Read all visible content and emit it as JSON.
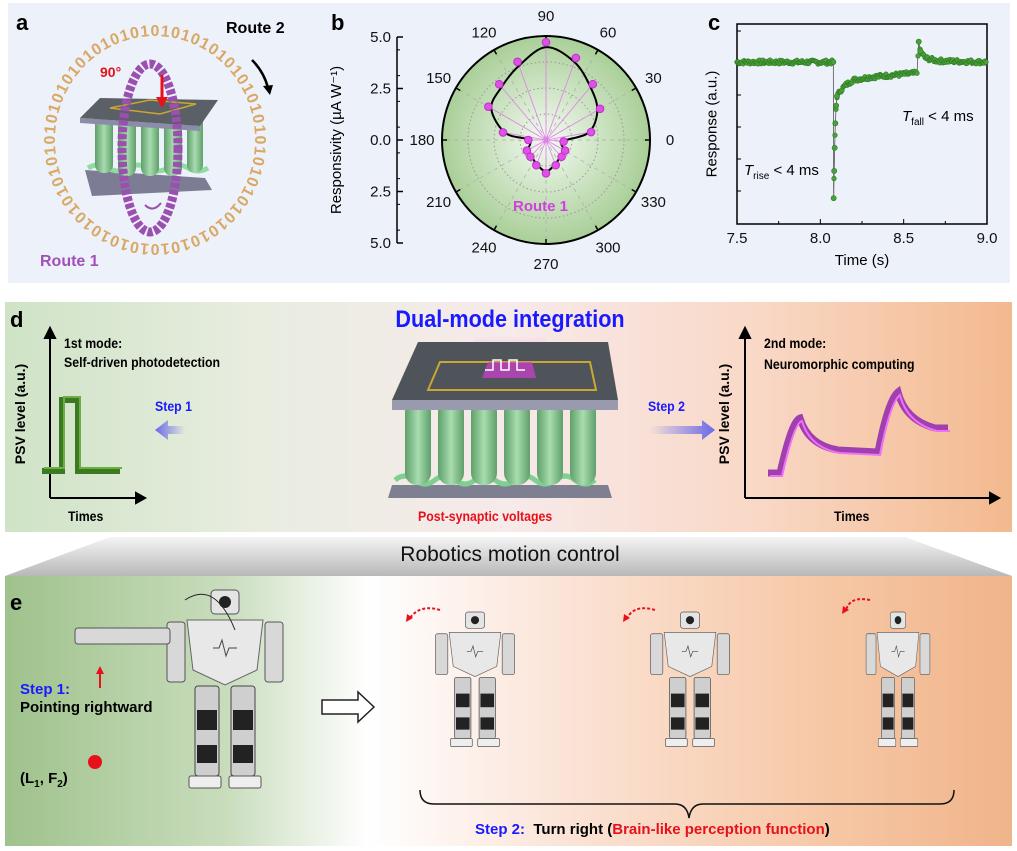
{
  "panel_a": {
    "label": "a",
    "route2": "Route 2",
    "route1": "Route 1",
    "angle": "90°",
    "binary_ring_text": "0101010101010101010101010101010101010101010101010101010101010101"
  },
  "panel_d": {
    "label": "d",
    "title": "Dual-mode integration",
    "mode1_line1": "1st mode:",
    "mode1_line2": "Self-driven photodetection",
    "mode2_line1": "2nd mode:",
    "mode2_line2": "Neuromorphic computing",
    "y_label": "PSV level (a.u.)",
    "x_label": "Times",
    "step1": "Step 1",
    "step2": "Step 2",
    "center_caption": "Post-synaptic voltages"
  },
  "banner": "Robotics motion control",
  "panel_e": {
    "label": "e",
    "step1_label": "Step 1:",
    "step1_text": "Pointing rightward",
    "coord_L": "(L",
    "coord_sub1": "1",
    "coord_F": ", F",
    "coord_sub2": "2",
    "coord_end": ")",
    "step2_label": "Step 2:",
    "step2_text_a": "Turn right (",
    "step2_text_red": "Brain-like perception function",
    "step2_text_b": ")"
  },
  "colors": {
    "blue": "#1a1aff",
    "red": "#e8101a",
    "purple": "#b050c8",
    "green": "#3c8a2a",
    "magenta": "#e040e8",
    "tan": "#d9a865"
  },
  "chart_data": [
    {
      "type": "polar-scatter",
      "panel": "b",
      "ylabel": "Responsivity (µA W⁻¹)",
      "radial_ticks": [
        "5.0",
        "2.5",
        "0.0",
        "2.5",
        "5.0"
      ],
      "rmax": 5.0,
      "angle_ticks": [
        "0",
        "30",
        "60",
        "90",
        "120",
        "150",
        "180",
        "210",
        "240",
        "270",
        "300",
        "330"
      ],
      "annotation": "Route 1",
      "points": [
        {
          "theta": 10,
          "r": 2.2
        },
        {
          "theta": 30,
          "r": 3.0
        },
        {
          "theta": 50,
          "r": 3.5
        },
        {
          "theta": 70,
          "r": 4.2
        },
        {
          "theta": 90,
          "r": 4.7
        },
        {
          "theta": 110,
          "r": 4.0
        },
        {
          "theta": 130,
          "r": 3.5
        },
        {
          "theta": 150,
          "r": 3.2
        },
        {
          "theta": 170,
          "r": 2.1
        },
        {
          "theta": 180,
          "r": 0.85
        },
        {
          "theta": 209,
          "r": 1.05
        },
        {
          "theta": 227,
          "r": 1.1
        },
        {
          "theta": 249,
          "r": 1.3
        },
        {
          "theta": 270,
          "r": 1.6
        },
        {
          "theta": 291,
          "r": 1.3
        },
        {
          "theta": 313,
          "r": 1.1
        },
        {
          "theta": 331,
          "r": 1.05
        },
        {
          "theta": 355,
          "r": 0.85
        }
      ]
    },
    {
      "type": "scatter",
      "panel": "c",
      "xlabel": "Time (s)",
      "ylabel": "Response (a.u.)",
      "xlim": [
        7.5,
        9.0
      ],
      "ylim": [
        -0.19,
        1.28
      ],
      "xticks": [
        "7.5",
        "8.0",
        "8.5",
        "9.0"
      ],
      "annotation_rise": {
        "T": "T",
        "sub": "rise",
        "text": " < 4 ms"
      },
      "annotation_fall": {
        "T": "T",
        "sub": "fall",
        "text": " < 4 ms"
      },
      "key_points": [
        [
          7.5,
          1.0
        ],
        [
          8.078,
          1.0
        ],
        [
          8.08,
          0.0
        ],
        [
          8.083,
          0.2
        ],
        [
          8.086,
          0.37
        ],
        [
          8.09,
          0.55
        ],
        [
          8.095,
          0.68
        ],
        [
          8.1,
          0.75
        ],
        [
          8.12,
          0.79
        ],
        [
          8.15,
          0.83
        ],
        [
          8.2,
          0.87
        ],
        [
          8.3,
          0.89
        ],
        [
          8.58,
          0.92
        ],
        [
          8.59,
          1.15
        ],
        [
          8.6,
          1.08
        ],
        [
          8.63,
          1.03
        ],
        [
          8.7,
          1.01
        ],
        [
          9.0,
          1.0
        ]
      ]
    }
  ]
}
